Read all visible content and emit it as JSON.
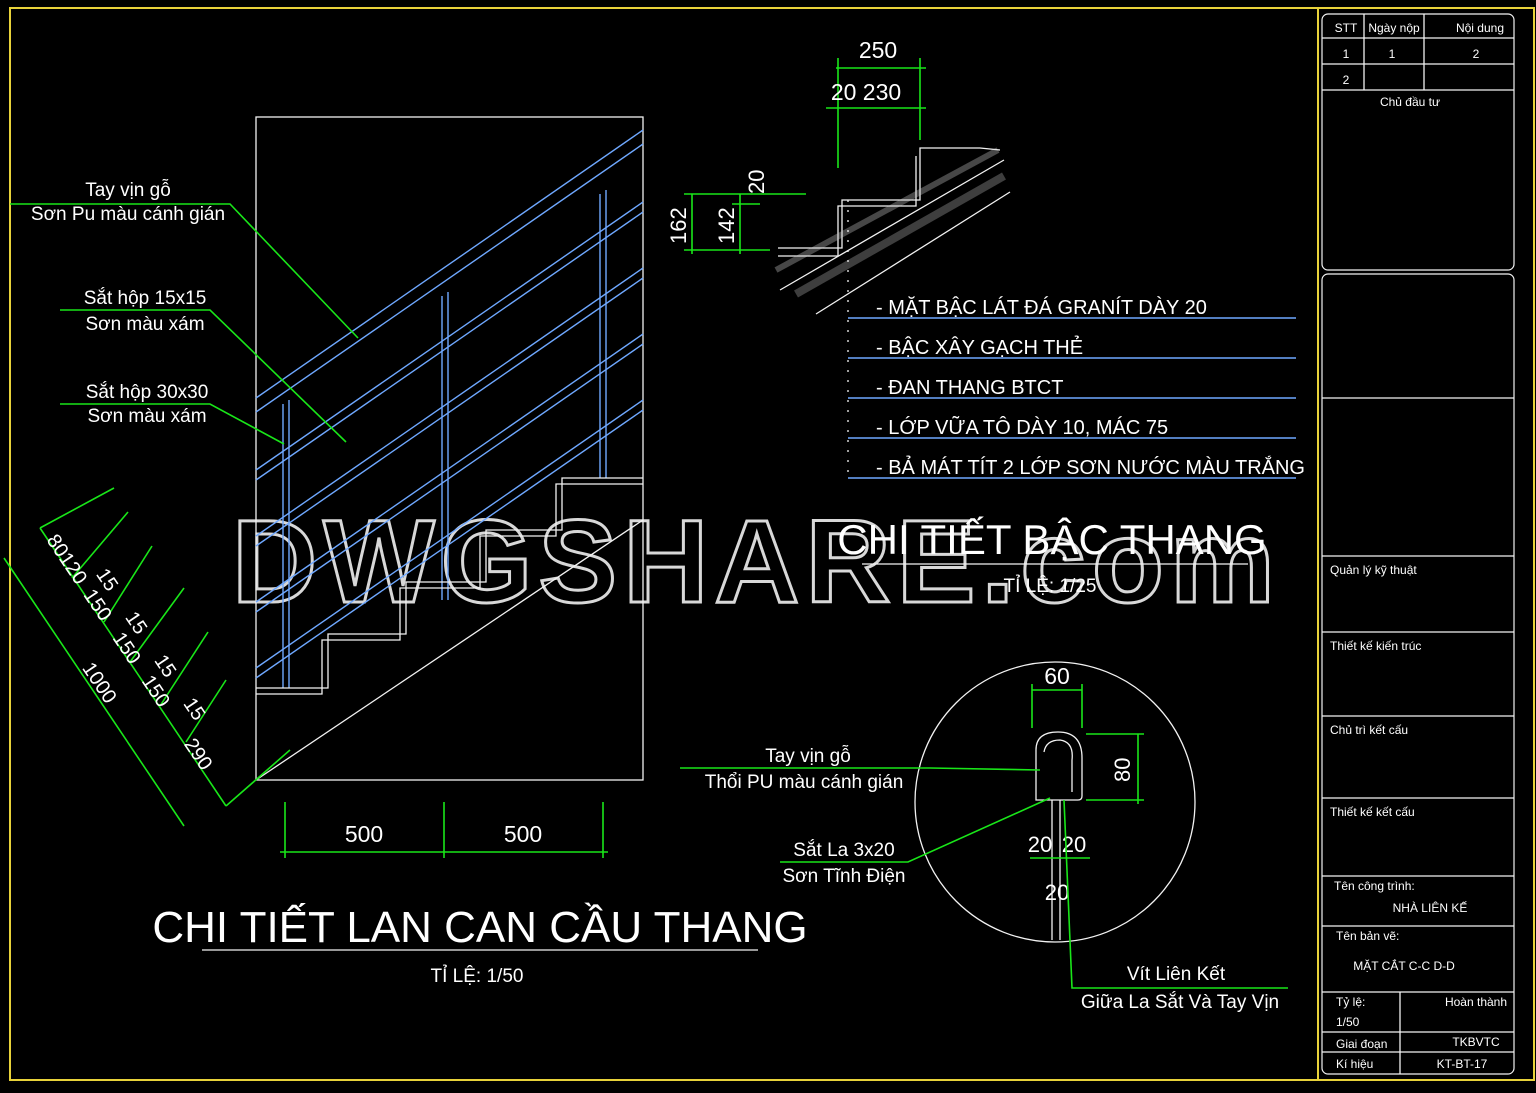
{
  "watermark": "DWGSHARE.com",
  "railing": {
    "title": "CHI TIẾT LAN CAN CẦU THANG",
    "scale": "TỈ LỆ: 1/50",
    "labels": [
      {
        "line1": "Tay vịn gỗ",
        "line2": "Sơn Pu màu cánh gián"
      },
      {
        "line1": "Sắt hộp 15x15",
        "line2": "Sơn màu xám"
      },
      {
        "line1": "Sắt hộp 30x30",
        "line2": "Sơn màu xám"
      }
    ],
    "dims_bottom": [
      "500",
      "500"
    ],
    "dims_slope": [
      "80",
      "120",
      "15",
      "150",
      "15",
      "150",
      "15",
      "150",
      "15",
      "290",
      "1000"
    ]
  },
  "step": {
    "title": "CHI TIẾT BẬC THANG",
    "scale": "TỈ LỆ: 1/25",
    "dims": {
      "top": "250",
      "sub": "20 230",
      "h1": "162",
      "h2": "142",
      "h3": "20"
    },
    "notes": [
      "- MẶT BẬC LÁT ĐÁ GRANÍT DÀY 20",
      "- BẬC XÂY GẠCH THẺ",
      "- ĐAN THANG BTCT",
      "- LỚP VỮA TÔ DÀY 10, MÁC 75",
      "- BẢ MÁT TÍT 2 LỚP SƠN NƯỚC MÀU TRẮNG"
    ]
  },
  "handrail": {
    "dims": {
      "w": "60",
      "h": "80",
      "a": "20",
      "b": "20",
      "c": "20"
    },
    "label1": {
      "line1": "Tay vịn gỗ",
      "line2": "Thổi PU màu cánh gián"
    },
    "label2": {
      "line1": "Sắt La 3x20",
      "line2": "Sơn Tĩnh Điện"
    },
    "label3": {
      "line1": "Vít Liên Kết",
      "line2": "Giữa La Sắt Và Tay Vịn"
    }
  },
  "title_block": {
    "header": {
      "stt": "STT",
      "date": "Ngày nộp",
      "content": "Nội dung"
    },
    "row1": {
      "a": "1",
      "b": "1",
      "c": "2"
    },
    "row2": {
      "a": "2"
    },
    "owner": "Chủ đầu tư",
    "qlkt": "Quản lý kỹ thuật",
    "tkkt": "Thiết kế kiến trúc",
    "ctkc": "Chủ trì kết cấu",
    "tkkc": "Thiết kế kết cấu",
    "project_label": "Tên công trình:",
    "project": "NHÀ LIÊN KẾ",
    "drawing_label": "Tên bản vẽ:",
    "drawing": "MẶT CẮT C-C D-D",
    "scale_label": "Tỷ lệ:",
    "scale": "1/50",
    "status": "Hoàn thành",
    "phase_label": "Giai đoạn",
    "phase": "TKBVTC",
    "code_label": "Kí hiệu",
    "code": "KT-BT-17"
  }
}
